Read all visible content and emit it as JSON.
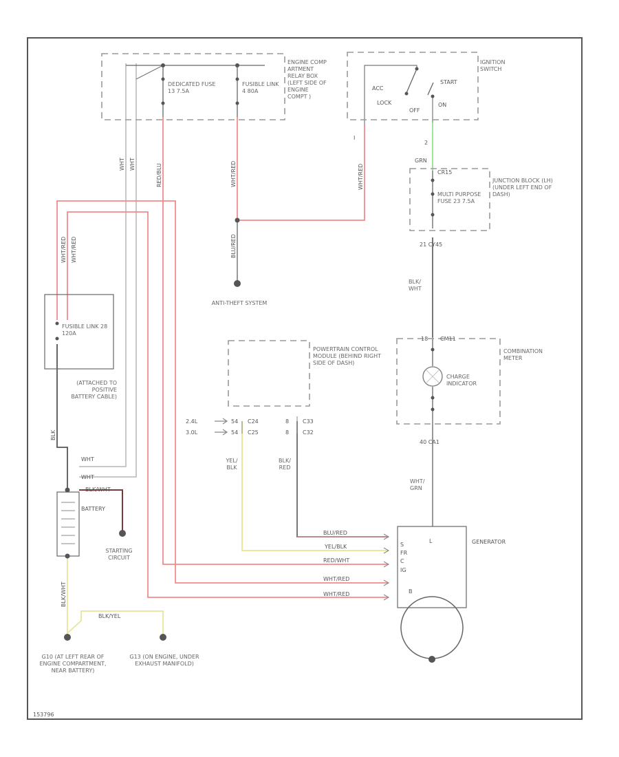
{
  "components": {
    "engine_relay_box": "ENGINE COMP ARTMENT RELAY BOX (LEFT SIDE OF ENGINE COMPT )",
    "dedicated_fuse": "DEDICATED FUSE 13 7.5A",
    "fusible_link_4": "FUSIBLE LINK 4 80A",
    "ignition_switch": "IGNITION SWITCH",
    "sw_acc": "ACC",
    "sw_lock": "LOCK",
    "sw_off": "OFF",
    "sw_on": "ON",
    "sw_start": "START",
    "junction_block": "JUNCTION BLOCK (LH) (UNDER LEFT END OF DASH)",
    "multi_purpose_fuse": "MULTI PURPOSE FUSE 23 7.5A",
    "anti_theft": "ANTI-THEFT SYSTEM",
    "fusible_link_28": "FUSIBLE LINK 28 120A",
    "attached_note": "(ATTACHED TO POSITIVE BATTERY CABLE)",
    "pcm": "POWERTRAIN CONTROL MODULE (BEHIND RIGHT SIDE OF DASH)",
    "combination_meter": "COMBINATION METER",
    "charge_indicator": "CHARGE INDICATOR",
    "battery": "BATTERY",
    "starting_circuit": "STARTING CIRCUIT",
    "generator": "GENERATOR",
    "g10": "G10 (AT LEFT REAR OF ENGINE COMPARTMENT, NEAR BATTERY)",
    "g13": "G13 (ON ENGINE, UNDER EXHAUST MANIFOLD)",
    "footer_code": "153796"
  },
  "connectors": {
    "c_i": "I",
    "c_2": "2",
    "c_cr": "CR15",
    "c_21": "21 CY45",
    "c_18": "18",
    "c_cm": "CM11",
    "c_40": "40 CA1",
    "eng24": "2.4L",
    "eng30": "3.0L",
    "pcm_54": "54",
    "pcm_c24": "C24",
    "pcm_54b": "54",
    "pcm_c25": "C25",
    "pcm_8": "8",
    "pcm_c33": "C33",
    "pcm_8b": "8",
    "pcm_c32": "C32",
    "gen_l": "L",
    "gen_s": "S",
    "gen_fr": "FR",
    "gen_c": "C",
    "gen_ig": "IG",
    "gen_b": "B"
  },
  "wires": {
    "wht_a": "WHT",
    "wht_b": "WHT",
    "red_blu": "RED/BLU",
    "wht_red_v": "WHT/RED",
    "wht_red_l1": "WHT/RED",
    "wht_red_l2": "WHT/RED",
    "blu_red_v": "BLU/RED",
    "blk_wht_1": "BLK/WHT",
    "grn": "GRN",
    "blk_wht_2": "BLK/ WHT",
    "wht_grn": "WHT/ GRN",
    "yel_blk_v": "YEL/ BLK",
    "blk_red_v": "BLK/ RED",
    "wht_1": "WHT",
    "wht_2": "WHT",
    "b_blk": "BLK",
    "blu_red_h": "BLU/RED",
    "yel_blk_h": "YEL/BLK",
    "red_wht_h": "RED/WHT",
    "wht_red_h1": "WHT/RED",
    "wht_red_h2": "WHT/RED",
    "blk_wht_g": "BLK/WHT",
    "blk_yel": "BLK/YEL"
  },
  "colors": {
    "red": "#f08a8a",
    "yellow": "#e8e68a",
    "green": "#9fe39a",
    "black": "#555555",
    "gray": "#aaaaaa"
  }
}
